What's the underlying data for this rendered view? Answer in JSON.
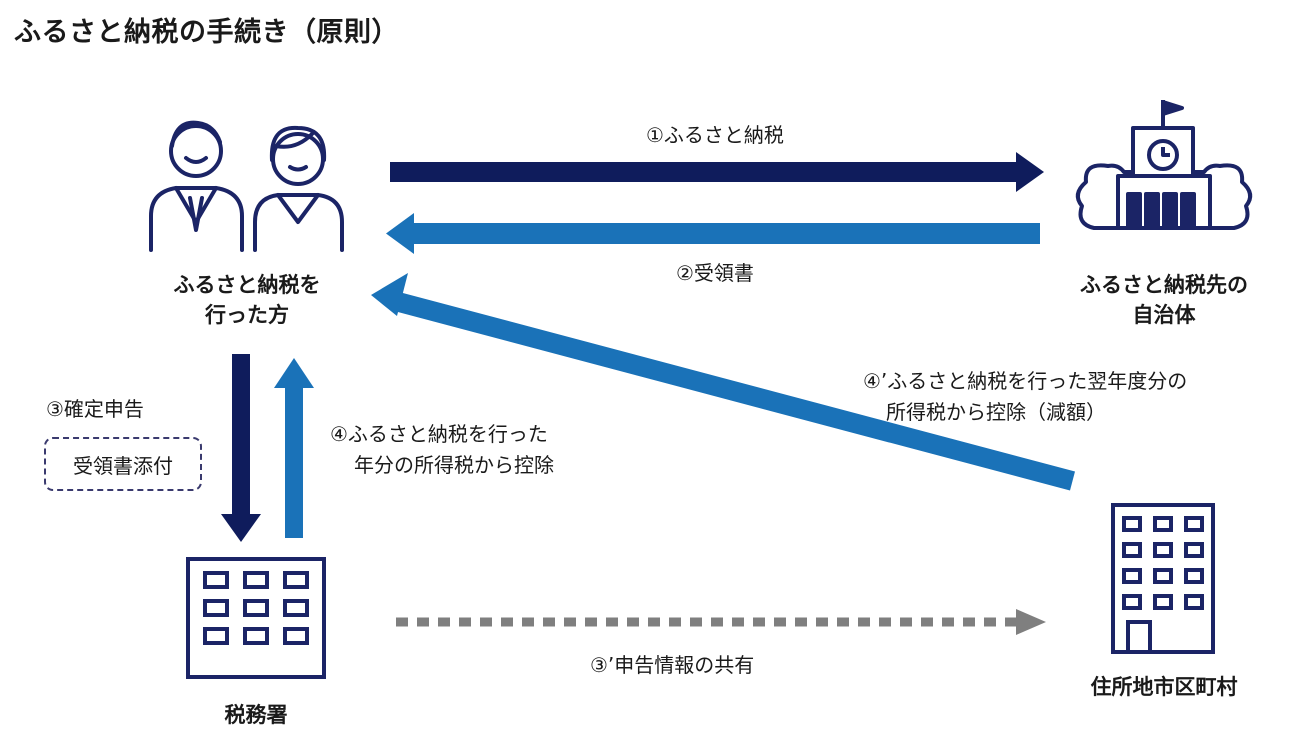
{
  "title": "ふるさと納税の手続き（原則）",
  "nodes": {
    "donor": {
      "line1": "ふるさと納税を",
      "line2": "行った方"
    },
    "municipality": {
      "line1": "ふるさと納税先の",
      "line2": "自治体"
    },
    "tax_office": {
      "label": "税務署"
    },
    "residence": {
      "label": "住所地市区町村"
    }
  },
  "flows": {
    "f1": "①ふるさと納税",
    "f2": "②受領書",
    "f3": "③確定申告",
    "f3_attach": "受領書添付",
    "f3p": "③’申告情報の共有",
    "f4_line1": "④ふるさと納税を行った",
    "f4_line2": "年分の所得税から控除",
    "f4p_line1": "④’ふるさと納税を行った翌年度分の",
    "f4p_line2": "所得税から控除（減額）"
  },
  "colors": {
    "navy": "#0f1c5c",
    "blue": "#1a72b8",
    "gray": "#7f7f7f",
    "icon_stroke": "#1b2466"
  },
  "icons": {
    "donor": "people-icon",
    "municipality": "city-hall-icon",
    "tax_office": "office-building-icon",
    "residence": "tall-building-icon"
  }
}
